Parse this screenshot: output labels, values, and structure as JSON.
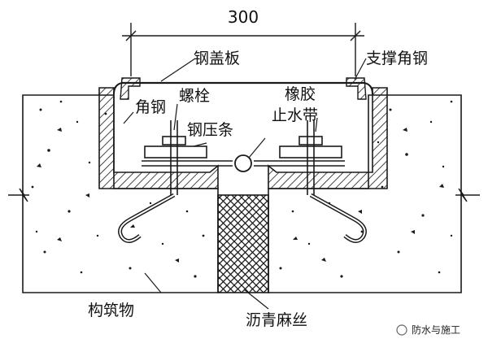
{
  "dimension": "300",
  "labels": {
    "steel_cover_plate": "钢盖板",
    "support_angle_steel": "支撑角钢",
    "angle_steel": "角钢",
    "bolt": "螺栓",
    "rubber": "橡胶",
    "waterstop": "止水带",
    "steel_pressing_strip": "钢压条",
    "structure": "构筑物",
    "asphalt_hemp": "沥青麻丝"
  },
  "watermark": "防水与施工",
  "colors": {
    "ink": "#1a1a1a",
    "background": "#ffffff"
  }
}
